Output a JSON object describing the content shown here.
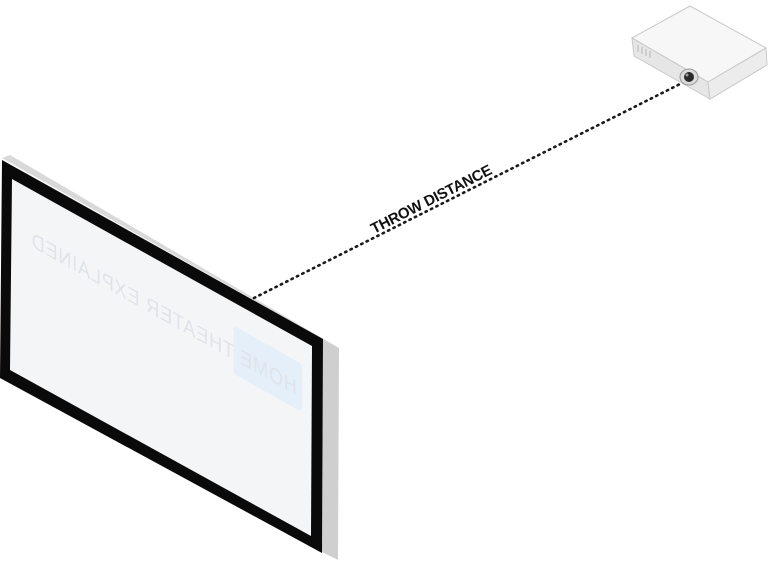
{
  "diagram": {
    "throw_label": "THROW DISTANCE"
  },
  "screen": {
    "watermark_text": "HOME THEATER EXPLAINED",
    "watermark_role": "logo-watermark"
  },
  "colors": {
    "frame": "#0a0a0a",
    "frame_side": "#cfcfcf",
    "screen_surface": "#f4f5f7",
    "watermark": "#dfe3ea",
    "watermark_badge": "#e4effa",
    "projector_body": "#f2f2f2",
    "projector_outline": "#c9c9c9",
    "dotted_line": "#1a1a1a"
  },
  "icons": {
    "projector": "projector-icon",
    "screen": "projection-screen-icon"
  }
}
